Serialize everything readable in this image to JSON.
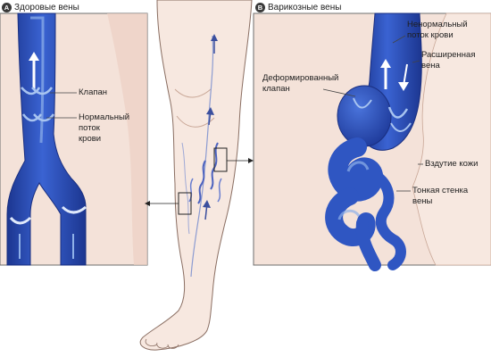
{
  "panel_a": {
    "badge": "A",
    "title": "Здоровые вены",
    "labels": {
      "valve": "Клапан",
      "normal_flow_1": "Нормальный",
      "normal_flow_2": "поток",
      "normal_flow_3": "крови"
    }
  },
  "panel_b": {
    "badge": "B",
    "title": "Варикозные вены",
    "labels": {
      "abnormal_flow_1": "Ненормальный",
      "abnormal_flow_2": "поток крови",
      "dilated_1": "Расширенная",
      "dilated_2": "вена",
      "deformed_valve_1": "Деформированный",
      "deformed_valve_2": "клапан",
      "skin_bulge": "Вздутие кожи",
      "thin_wall_1": "Тонкая стенка",
      "thin_wall_2": "вены"
    }
  },
  "colors": {
    "panel_bg": "#f4e2d9",
    "skin": "#f7e8e0",
    "vein": "#2f56c2",
    "vein_dark": "#1c3690",
    "vein_light": "#8fb1e8"
  }
}
